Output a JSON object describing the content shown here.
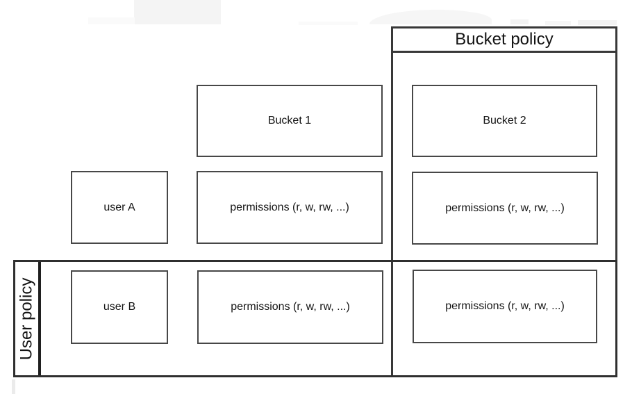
{
  "diagram": {
    "containers": {
      "bucket_policy_title": "Bucket policy",
      "user_policy_title": "User policy"
    },
    "boxes": {
      "bucket1_label": "Bucket 1",
      "bucket2_label": "Bucket 2",
      "user_a_label": "user A",
      "user_b_label": "user B",
      "permissions_label": "permissions (r, w, rw, ...)"
    },
    "colors": {
      "container_border": "#383838",
      "box_border": "#474747",
      "text": "#141414",
      "background": "#ffffff",
      "artifact": "#f4f4f4"
    }
  }
}
